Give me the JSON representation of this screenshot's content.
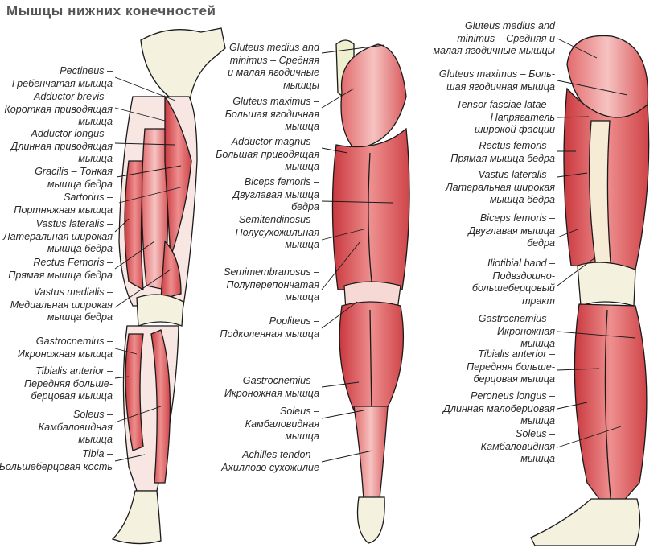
{
  "title": "Мышцы нижних конечностей",
  "colors": {
    "muscle": "#dc5a5e",
    "muscle_light": "#f0a7a6",
    "bone": "#f4f1df",
    "outline": "#1a1a1a",
    "text": "#2a2a2a"
  },
  "front_view": [
    [
      "Pectineus –",
      "Гребенчатая мышца"
    ],
    [
      "Adductor brevis –",
      "Короткая приводящая",
      "мышца"
    ],
    [
      "Adductor longus –",
      "Длинная приводящая",
      "мышца"
    ],
    [
      "Gracilis – Тонкая",
      "мышца бедра"
    ],
    [
      "Sartorius –",
      "Портняжная мышца"
    ],
    [
      "Vastus lateralis –",
      "Латеральная широкая",
      "мышца бедра"
    ],
    [
      "Rectus Femoris –",
      "Прямая мышца бедра"
    ],
    [
      "Vastus medialis –",
      "Медиальная широкая",
      "мышца бедра"
    ],
    [
      "Gastrocnemius –",
      "Икроножная мышца"
    ],
    [
      "Tibialis anterior –",
      "Передняя больше-",
      "берцовая мышца"
    ],
    [
      "Soleus –",
      "Камбаловидная",
      "мышца"
    ],
    [
      "Tibia –",
      "Большеберцовая кость"
    ]
  ],
  "back_view": [
    [
      "Gluteus medius and",
      "minimus – Средняя",
      "и малая ягодичные",
      "мышцы"
    ],
    [
      "Gluteus maximus –",
      "Большая ягодичная",
      "мышца"
    ],
    [
      "Adductor magnus –",
      "Большая приводящая",
      "мышца"
    ],
    [
      "Biceps femoris –",
      "Двуглавая мышца",
      "бедра"
    ],
    [
      "Semitendinosus –",
      "Полусухожильная",
      "мышца"
    ],
    [
      "Semimembranosus –",
      "Полуперепончатая",
      "мышца"
    ],
    [
      "Popliteus –",
      "Подколенная мышца"
    ],
    [
      "Gastrocnemius –",
      "Икроножная мышца"
    ],
    [
      "Soleus –",
      "Камбаловидная",
      "мышца"
    ],
    [
      "Achilles tendon –",
      "Ахиллово сухожилие"
    ]
  ],
  "side_view": [
    [
      "Gluteus medius and",
      "minimus – Средняя и",
      "малая ягодичные мышцы"
    ],
    [
      "Gluteus maximus – Боль-",
      "шая ягодичная мышца"
    ],
    [
      "Tensor fasciae latae –",
      "Напрягатель",
      "широкой фасции"
    ],
    [
      "Rectus femoris –",
      "Прямая мышца бедра"
    ],
    [
      "Vastus lateralis –",
      "Латеральная широкая",
      "мышца бедра"
    ],
    [
      "Biceps femoris –",
      "Двуглавая мышца",
      "бедра"
    ],
    [
      "Iliotibial band –",
      "Подвздошно-",
      "большеберцовый",
      "тракт"
    ],
    [
      "Gastrocnemius –",
      "Икроножная",
      "мышца"
    ],
    [
      "Tibialis anterior –",
      "Передняя больше-",
      "берцовая мышца"
    ],
    [
      "Peroneus longus –",
      "Длинная малоберцовая",
      "мышца"
    ],
    [
      "Soleus –",
      "Камбаловидная",
      "мышца"
    ]
  ]
}
